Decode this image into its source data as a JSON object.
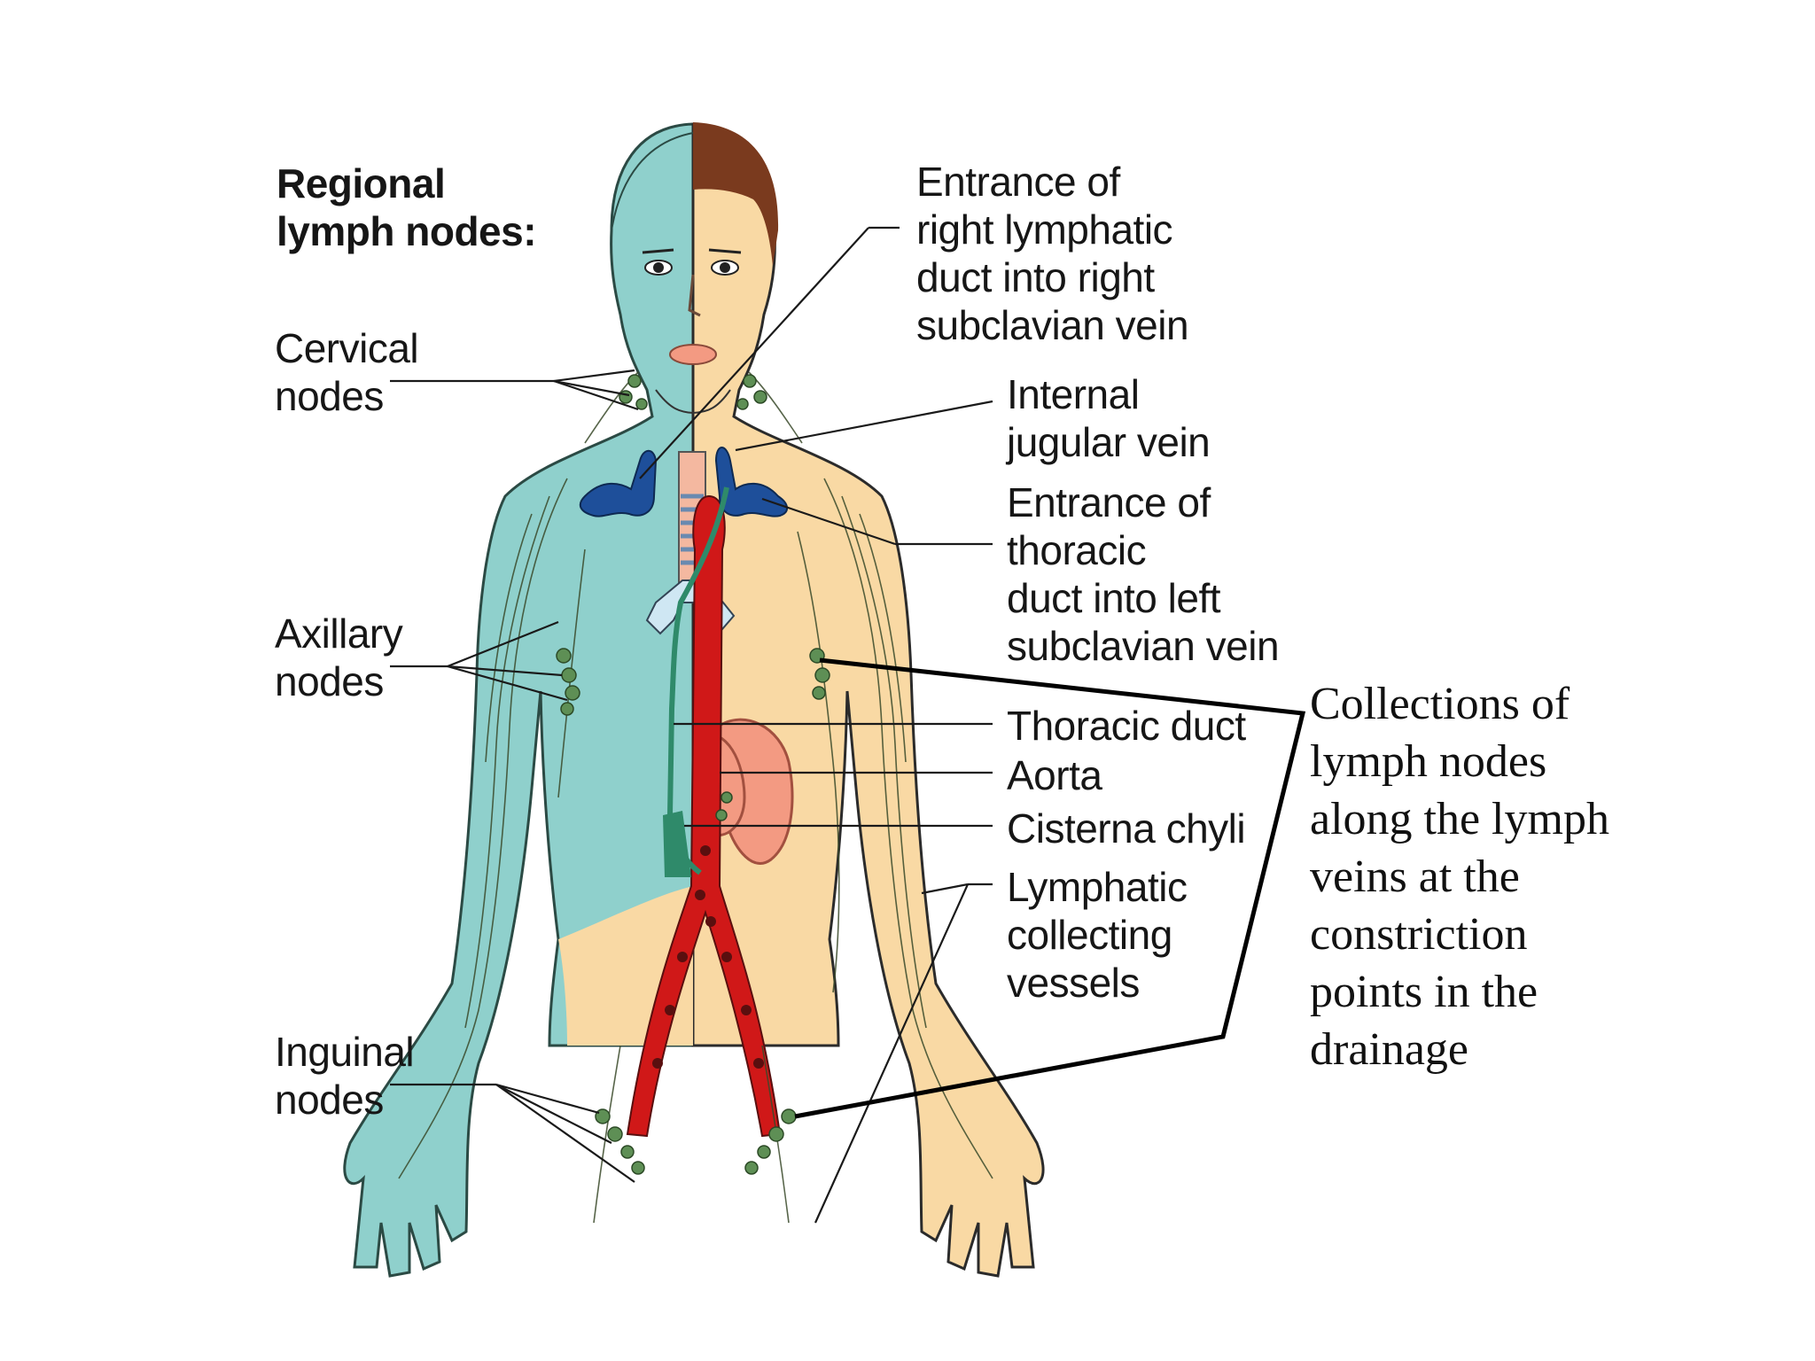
{
  "heading": {
    "line1": "Regional",
    "line2": "lymph nodes:"
  },
  "labels": {
    "cervical": {
      "line1": "Cervical",
      "line2": "nodes"
    },
    "axillary": {
      "line1": "Axillary",
      "line2": "nodes"
    },
    "inguinal": {
      "line1": "Inguinal",
      "line2": "nodes"
    },
    "right_lymphatic": {
      "line1": "Entrance of",
      "line2": "right lymphatic",
      "line3": "duct into right",
      "line4": "subclavian vein"
    },
    "internal_jugular": {
      "line1": "Internal",
      "line2": "jugular vein"
    },
    "thoracic_entrance": {
      "line1": "Entrance of",
      "line2": "thoracic",
      "line3": "duct into left",
      "line4": "subclavian vein"
    },
    "thoracic_duct": "Thoracic duct",
    "aorta": "Aorta",
    "cisterna": "Cisterna chyli",
    "lymphatic_vessels": {
      "line1": "Lymphatic",
      "line2": "collecting",
      "line3": "vessels"
    }
  },
  "note": {
    "line1": "Collections of",
    "line2": "lymph nodes",
    "line3": "along the lymph",
    "line4": "veins at the",
    "line5": "constriction",
    "line6": "points in the",
    "line7": "drainage"
  },
  "colors": {
    "lymph_side": "#8fd0cc",
    "skin_side": "#f9d9a4",
    "hair": "#7a3a1e",
    "aorta": "#d01818",
    "vein": "#1e4f9a",
    "organ": "#f39a82",
    "node": "#5e8f55",
    "line": "#1a1a1a"
  }
}
